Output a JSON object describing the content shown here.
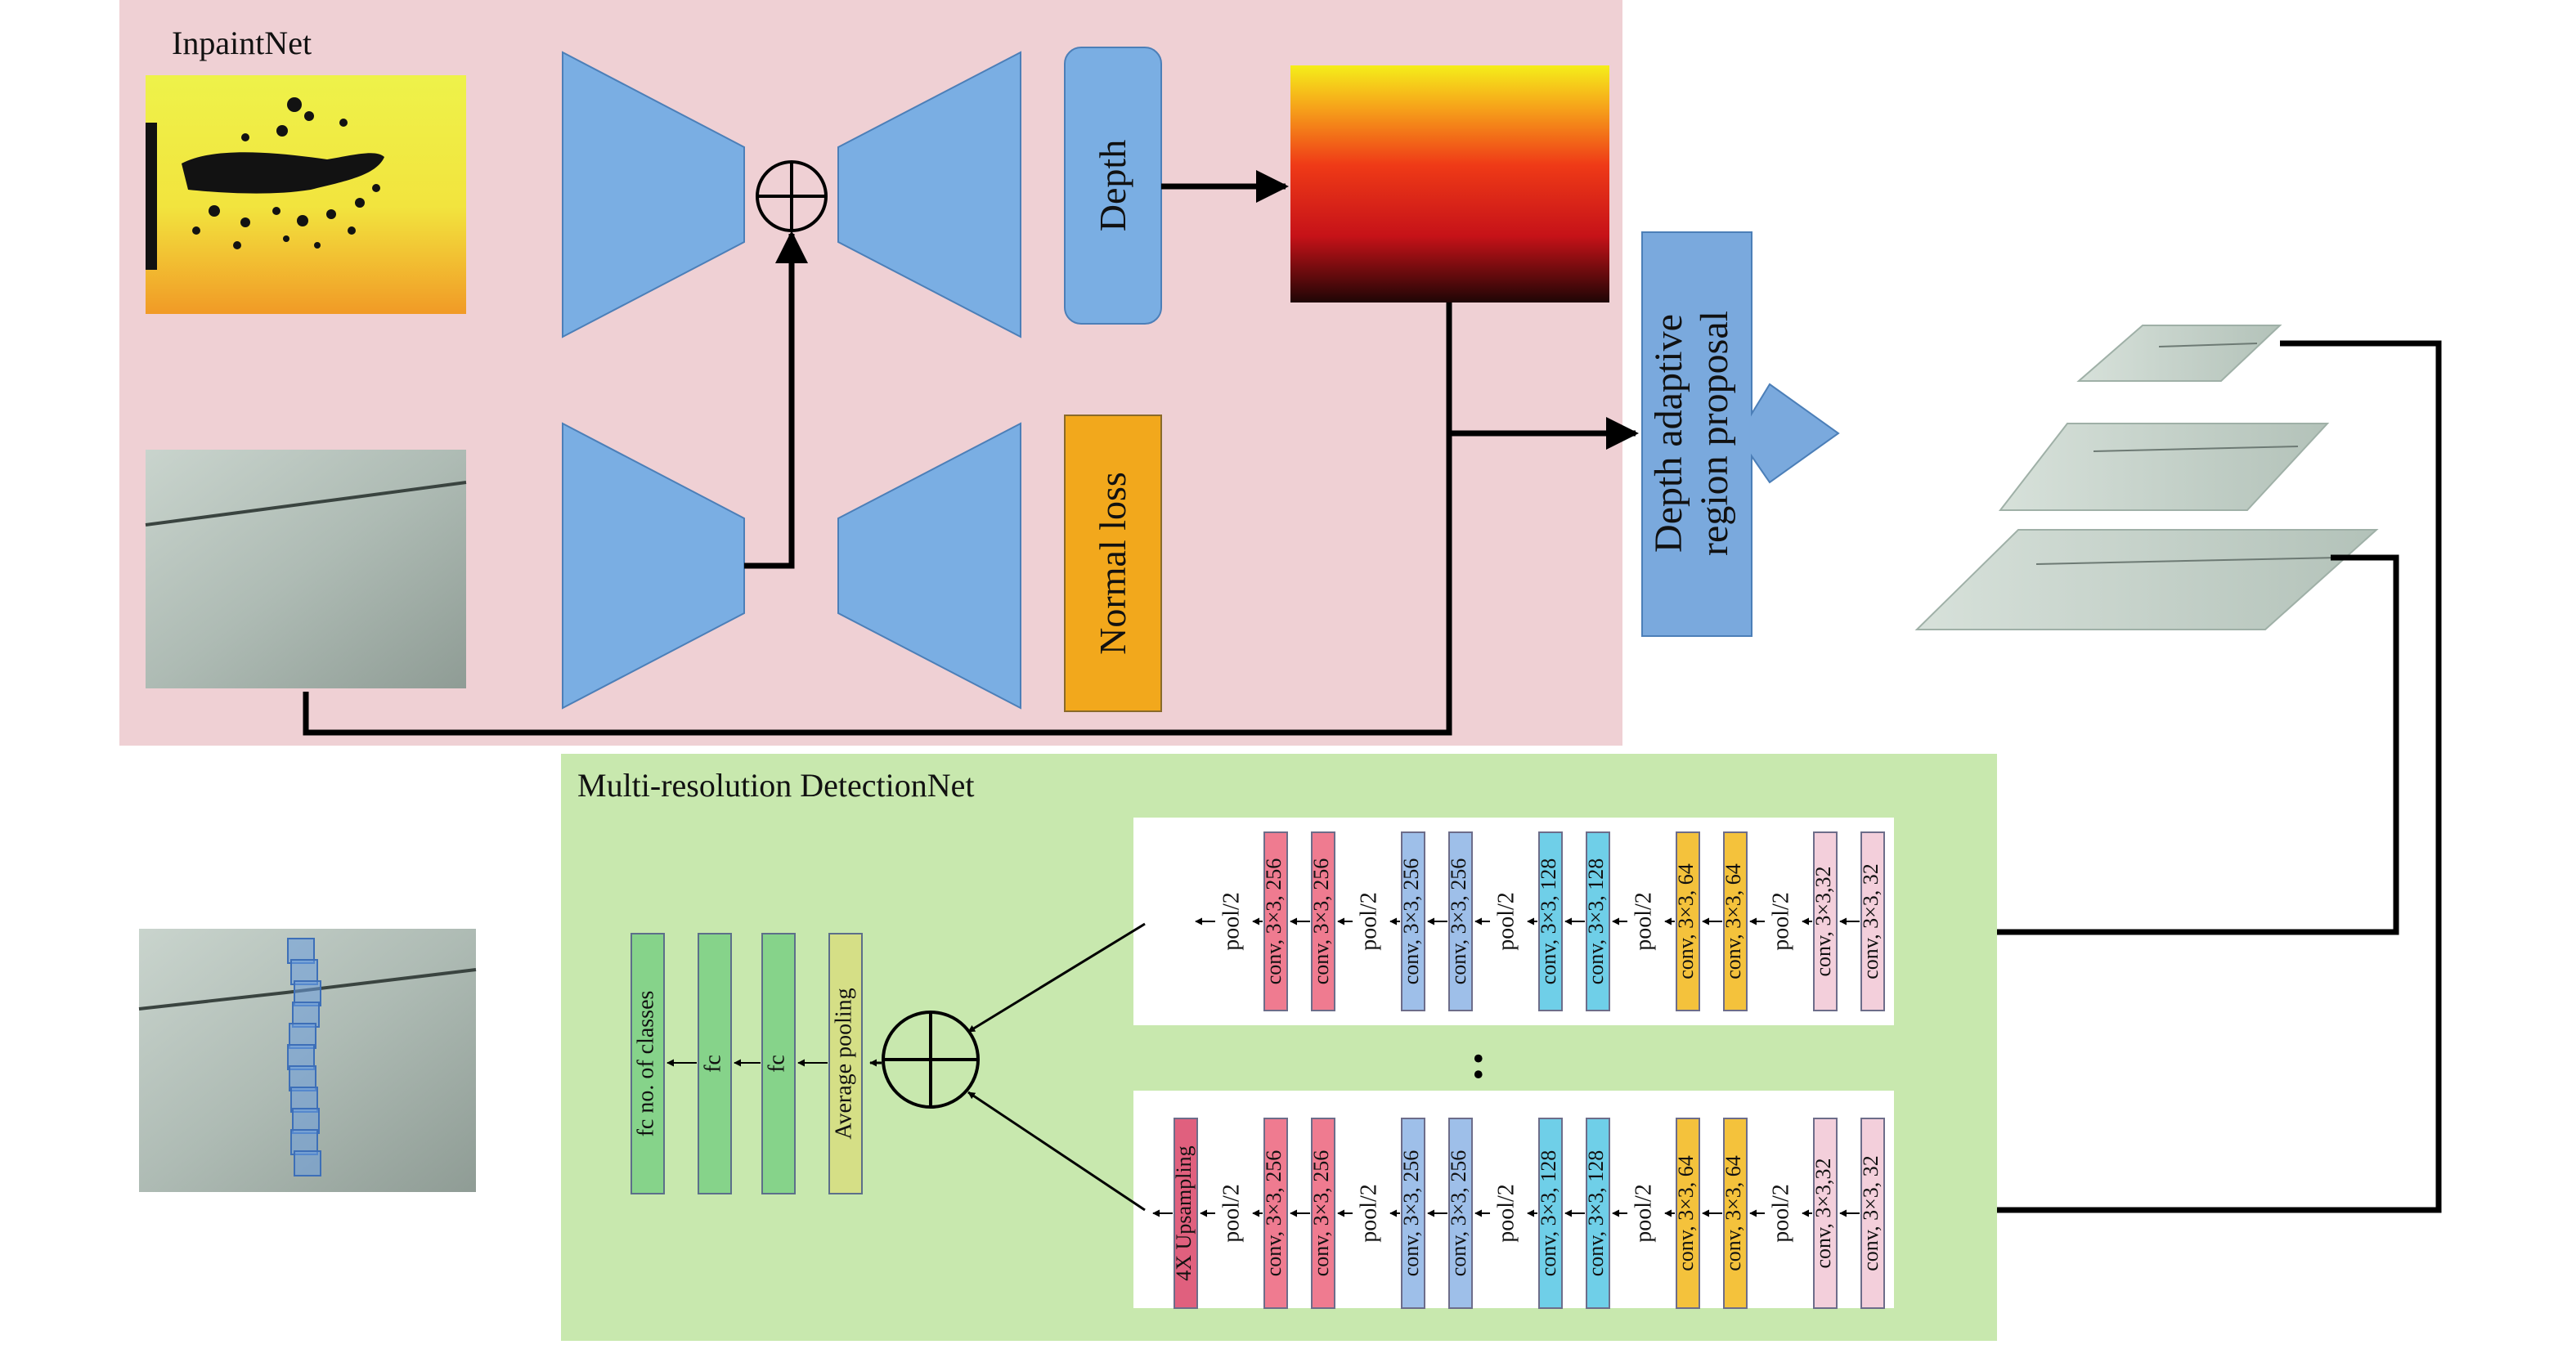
{
  "inpaintnet": {
    "title": "InpaintNet",
    "depth_label": "Depth",
    "normal_loss_label": "Normal loss",
    "bg_color": "#efd0d4"
  },
  "proposal": {
    "line1": "Depth adaptive",
    "line2": "region proposal",
    "color": "#7aa9dd"
  },
  "detectionnet": {
    "title": "Multi-resolution DetectionNet",
    "bg_color": "#c8e8ae",
    "ellipsis": ":",
    "pipeline_top": [
      "conv, 3×3, 32",
      "conv, 3×3,32",
      "pool/2",
      "conv, 3×3, 64",
      "conv, 3×3, 64",
      "pool/2",
      "conv, 3×3, 128",
      "conv, 3×3, 128",
      "pool/2",
      "conv, 3×3, 256",
      "conv, 3×3, 256",
      "pool/2",
      "conv, 3×3, 256",
      "conv, 3×3, 256",
      "pool/2"
    ],
    "pipeline_bottom": [
      "conv, 3×3, 32",
      "conv, 3×3,32",
      "pool/2",
      "conv, 3×3, 64",
      "conv, 3×3, 64",
      "pool/2",
      "conv, 3×3, 128",
      "conv, 3×3, 128",
      "pool/2",
      "conv, 3×3, 256",
      "conv, 3×3, 256",
      "pool/2",
      "conv, 3×3, 256",
      "conv, 3×3, 256",
      "pool/2",
      "4X Upsampling"
    ],
    "head": [
      "Average pooling",
      "fc",
      "fc",
      "fc no. of classes"
    ]
  },
  "colors": {
    "encoder_blue": "#7aaee3",
    "normal_loss_orange": "#f2a81c",
    "conv32": "#f3cfdb",
    "conv64": "#f4c23c",
    "conv128": "#6fcfe8",
    "conv256a": "#9ebfe9",
    "conv256b": "#ef7b90",
    "fc_green": "#86d38a",
    "avgpool": "#d5df86",
    "upsampling": "#e0607e",
    "box_blue": "#6a9cdf"
  },
  "icons": [
    "plus-circle-icon",
    "arrow-icon"
  ]
}
